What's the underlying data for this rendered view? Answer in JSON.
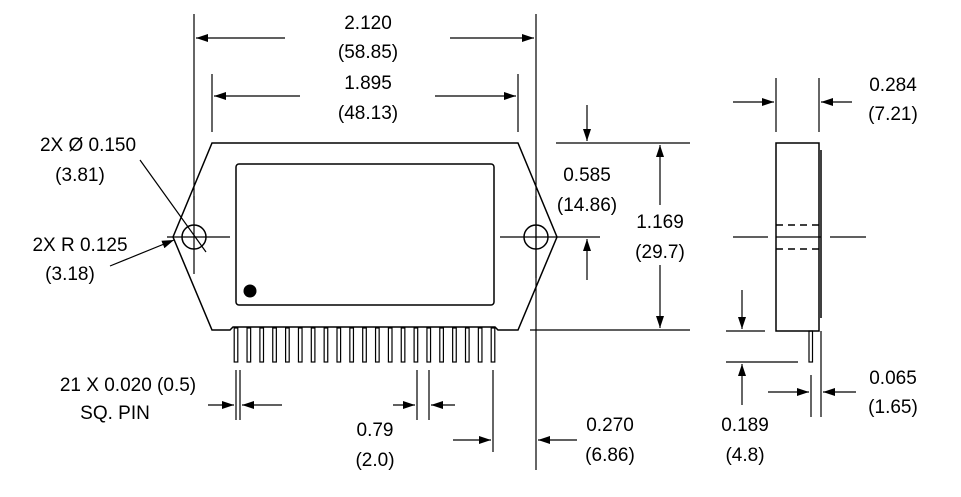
{
  "front_view": {
    "overall_width": {
      "in": "2.120",
      "mm": "(58.85)"
    },
    "hole_spacing": {
      "in": "1.895",
      "mm": "(48.13)"
    },
    "hole_diameter": {
      "in": "2X Ø 0.150",
      "mm": "(3.81)"
    },
    "end_radius": {
      "in": "2X R 0.125",
      "mm": "(3.18)"
    },
    "hole_offset": {
      "in": "0.585",
      "mm": "(14.86)"
    },
    "body_height": {
      "in": "1.169",
      "mm": "(29.7)"
    },
    "pin_size": {
      "line1": "21 X 0.020 (0.5)",
      "line2": "SQ. PIN"
    },
    "pin_pitch": {
      "in": "0.79",
      "mm": "(2.0)"
    },
    "pin_edge_offset": {
      "in": "0.270",
      "mm": "(6.86)"
    },
    "pin_count": 21
  },
  "side_view": {
    "thickness": {
      "in": "0.284",
      "mm": "(7.21)"
    },
    "pin_length": {
      "in": "0.189",
      "mm": "(4.8)"
    },
    "pin_offset": {
      "in": "0.065",
      "mm": "(1.65)"
    }
  }
}
